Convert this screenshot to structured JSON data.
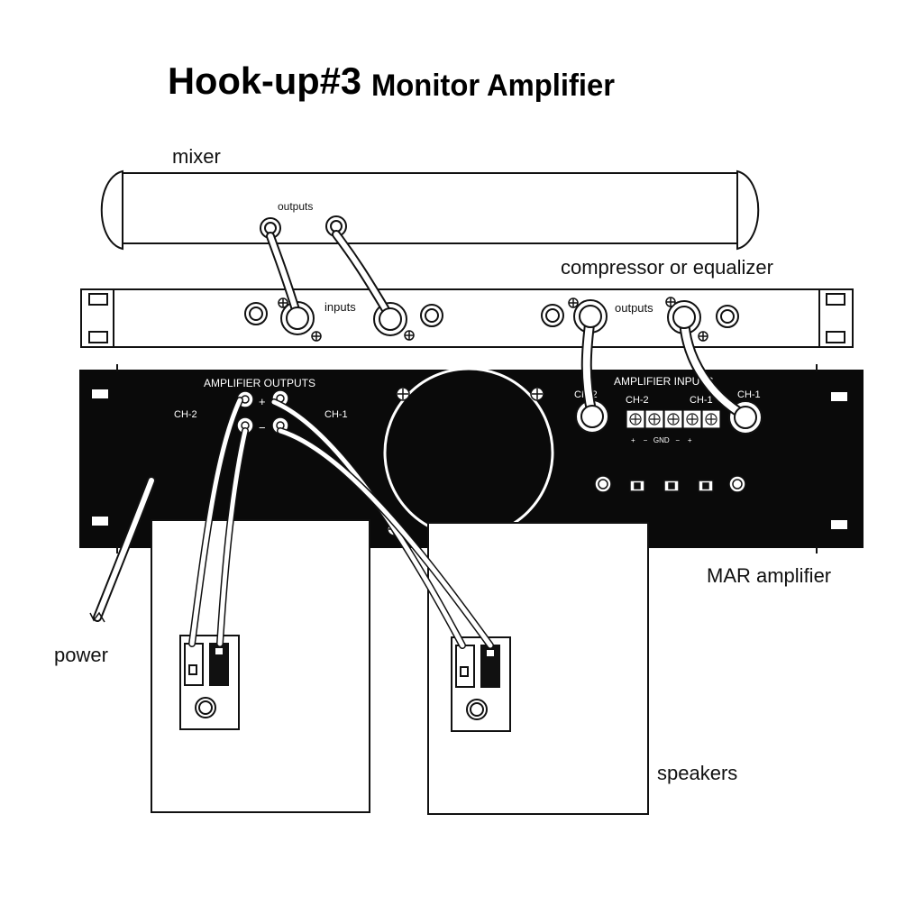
{
  "title": {
    "part1": "Hook-up#3",
    "part2": "Monitor Amplifier"
  },
  "labels": {
    "mixer": "mixer",
    "mixer_outputs": "outputs",
    "compressor": "compressor or equalizer",
    "comp_inputs": "inputs",
    "comp_outputs": "outputs",
    "amp_outputs": "AMPLIFIER OUTPUTS",
    "amp_inputs": "AMPLIFIER INPUTS",
    "ch2_left": "CH-2",
    "ch1_left": "CH-1",
    "ch2_in": "CH-2",
    "ch1_in": "CH-1",
    "term_ch2": "CH-2",
    "term_ch1": "CH-1",
    "term_signs": "+    −   GND   −    +",
    "plus": "+",
    "minus": "−",
    "mar": "MAR amplifier",
    "power": "power",
    "speakers": "speakers"
  },
  "colors": {
    "ink": "#111111",
    "panel": "#0a0a0a",
    "paper": "#ffffff"
  }
}
